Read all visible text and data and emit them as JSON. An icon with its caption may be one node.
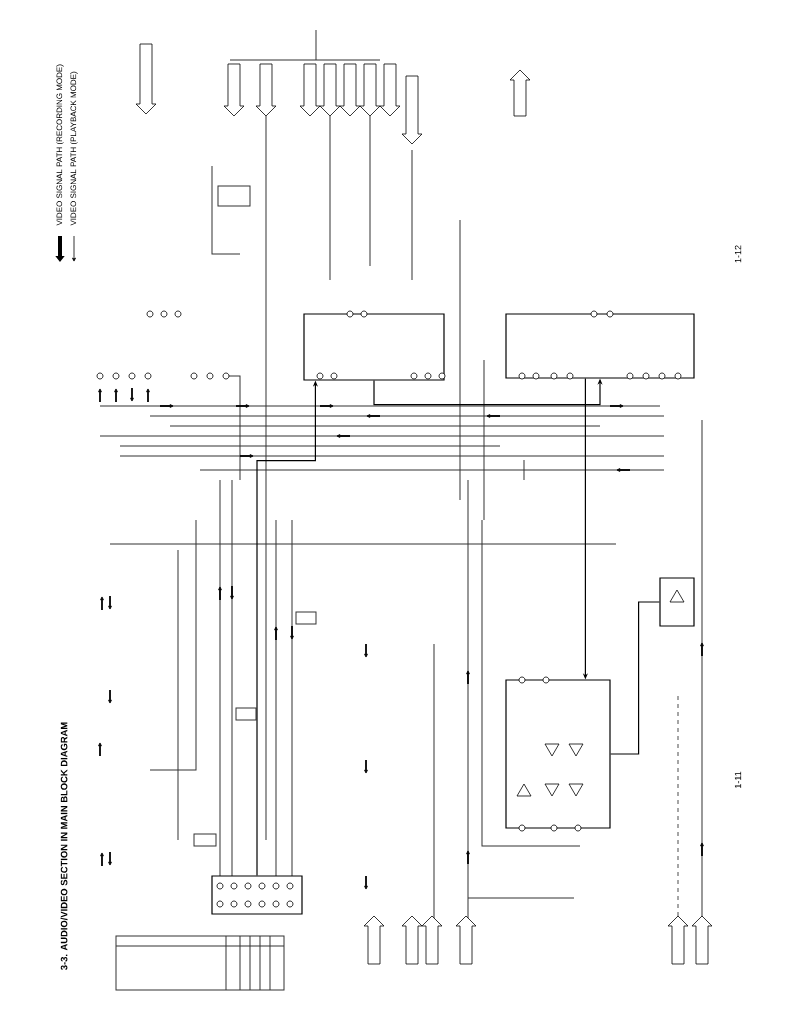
{
  "diagram": {
    "title": "3-3. AUDIO/VIDEO SECTION IN MAIN BLOCK DIAGRAM",
    "nodes": [
      {
        "text": [],
        "shape": "box"
      },
      {
        "text": [],
        "shape": "box"
      },
      {
        "text": [],
        "shape": "box"
      },
      {
        "text": [],
        "shape": "box"
      },
      {
        "text": [],
        "shape": "box"
      }
    ],
    "edges": [
      {
        "from": 0,
        "to": 1,
        "arrow": "to"
      },
      {
        "from": 3,
        "to": 0,
        "arrow": "to"
      },
      {
        "from": 2,
        "to": 4,
        "arrow": "none"
      },
      {
        "from": 1,
        "to": 2,
        "arrow": "to"
      }
    ],
    "labels": [
      "1-12",
      "1-11"
    ],
    "legend": [
      {
        "text": "VIDEO SIGNAL PATH (RECORDING MODE)"
      },
      {
        "text": "VIDEO SIGNAL PATH (PLAYBACK MODE)"
      }
    ]
  }
}
